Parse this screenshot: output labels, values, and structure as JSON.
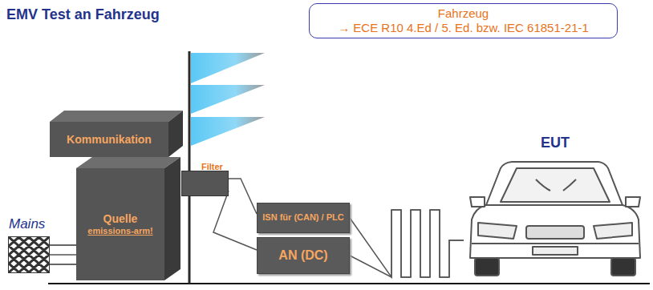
{
  "diagram": {
    "title": "EMV Test an Fahrzeug",
    "nodes": [
      {
        "text": [
          "Fahrzeug",
          "→ ECE R10 4.Ed / 5. Ed. bzw. IEC 61851-21-1"
        ]
      },
      {
        "text": [
          "Kommunikation"
        ]
      },
      {
        "text": [
          "Filter"
        ]
      },
      {
        "text": [
          "Mains"
        ]
      },
      {
        "text": [
          "Quelle",
          "emissions-arm!"
        ]
      },
      {
        "text": [
          "ISN für (CAN) / PLC"
        ]
      },
      {
        "text": [
          "AN (DC)"
        ]
      },
      {
        "text": [
          "EUT"
        ]
      }
    ],
    "edges": [
      {
        "from": 3,
        "to": 4,
        "arrow": "none"
      },
      {
        "from": 2,
        "to": 5,
        "arrow": "none"
      },
      {
        "from": 2,
        "to": 6,
        "arrow": "none"
      },
      {
        "from": 5,
        "to": 7,
        "arrow": "none"
      },
      {
        "from": 6,
        "to": 7,
        "arrow": "none"
      }
    ]
  }
}
